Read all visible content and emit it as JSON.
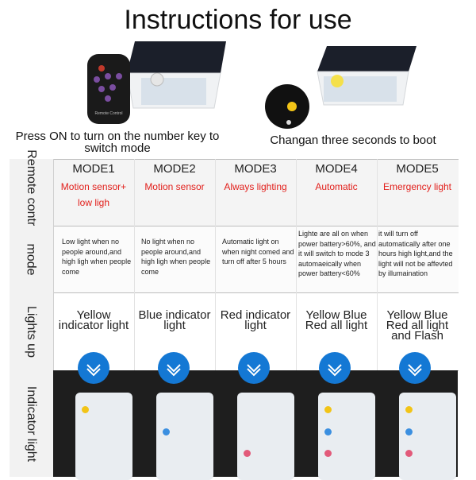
{
  "title": "Instructions for use",
  "captions": {
    "left": "Press ON to turn on the number key to switch mode",
    "right": "Changan three seconds to boot"
  },
  "remote_label": "Remote Control",
  "row_labels": {
    "remote": "Remote control",
    "mode": "mode",
    "lights": "Lights up",
    "indicator": "Indicator light"
  },
  "modes": [
    {
      "name": "MODE1",
      "remote": "Motion sensor+ low ligh",
      "desc": "Low light when no people around,and high ligh when people come",
      "lights": "Yellow indicator light",
      "indicator": [
        "yellow"
      ]
    },
    {
      "name": "MODE2",
      "remote": "Motion sensor",
      "desc": "No light when no people around,and high ligh when people come",
      "lights": "Blue indicator light",
      "indicator": [
        "blue"
      ]
    },
    {
      "name": "MODE3",
      "remote": "Always lighting",
      "desc": "Automatic light on when night comed and turn off after 5 hours",
      "lights": "Red indicator light",
      "indicator": [
        "red"
      ]
    },
    {
      "name": "MODE4",
      "remote": "Automatic",
      "desc": "Lighte are all on when power battery>60%, and it will switch to mode 3 automaeically when power battery<60%",
      "lights": "Yellow Blue Red all light",
      "indicator": [
        "yellow",
        "blue",
        "red"
      ]
    },
    {
      "name": "MODE5",
      "remote": "Emergency light",
      "desc": "it will turn off automatically after one hours high light,and the light will not be affevted by illumaination",
      "lights": "Yellow Blue Red all light and Flash",
      "indicator": [
        "yellow",
        "blue",
        "red"
      ]
    }
  ],
  "colors": {
    "accent_red": "#e2201c",
    "circle_blue": "#1478d4",
    "yellow": "#f2c417",
    "blue": "#3b8fe0",
    "red": "#e25a7a"
  }
}
